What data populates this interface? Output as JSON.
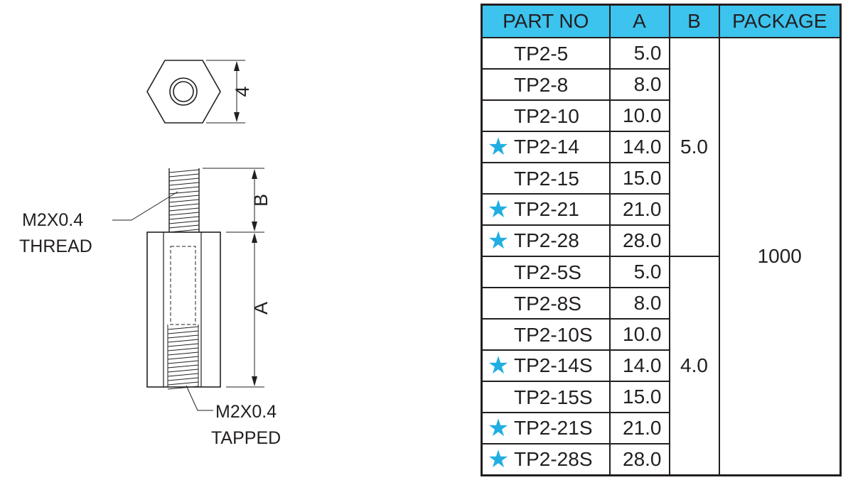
{
  "drawing": {
    "height_dim": "4",
    "dim_b": "B",
    "dim_a": "A",
    "thread_label": [
      "M2X0.4",
      "THREAD"
    ],
    "tapped_label": [
      "M2X0.4",
      "TAPPED"
    ]
  },
  "table": {
    "headers": [
      "PART NO",
      "A",
      "B",
      "PACKAGE"
    ],
    "star_icon": "★",
    "star_color": "#20aee3",
    "header_color": "#3cc3ee",
    "package": "1000",
    "b_groups": [
      "5.0",
      "4.0"
    ],
    "rows": [
      {
        "part": "TP2-5",
        "a": "5.0",
        "star": false
      },
      {
        "part": "TP2-8",
        "a": "8.0",
        "star": false
      },
      {
        "part": "TP2-10",
        "a": "10.0",
        "star": false
      },
      {
        "part": "TP2-14",
        "a": "14.0",
        "star": true
      },
      {
        "part": "TP2-15",
        "a": "15.0",
        "star": false
      },
      {
        "part": "TP2-21",
        "a": "21.0",
        "star": true
      },
      {
        "part": "TP2-28",
        "a": "28.0",
        "star": true
      },
      {
        "part": "TP2-5S",
        "a": "5.0",
        "star": false
      },
      {
        "part": "TP2-8S",
        "a": "8.0",
        "star": false
      },
      {
        "part": "TP2-10S",
        "a": "10.0",
        "star": false
      },
      {
        "part": "TP2-14S",
        "a": "14.0",
        "star": true
      },
      {
        "part": "TP2-15S",
        "a": "15.0",
        "star": false
      },
      {
        "part": "TP2-21S",
        "a": "21.0",
        "star": true
      },
      {
        "part": "TP2-28S",
        "a": "28.0",
        "star": true
      }
    ]
  }
}
